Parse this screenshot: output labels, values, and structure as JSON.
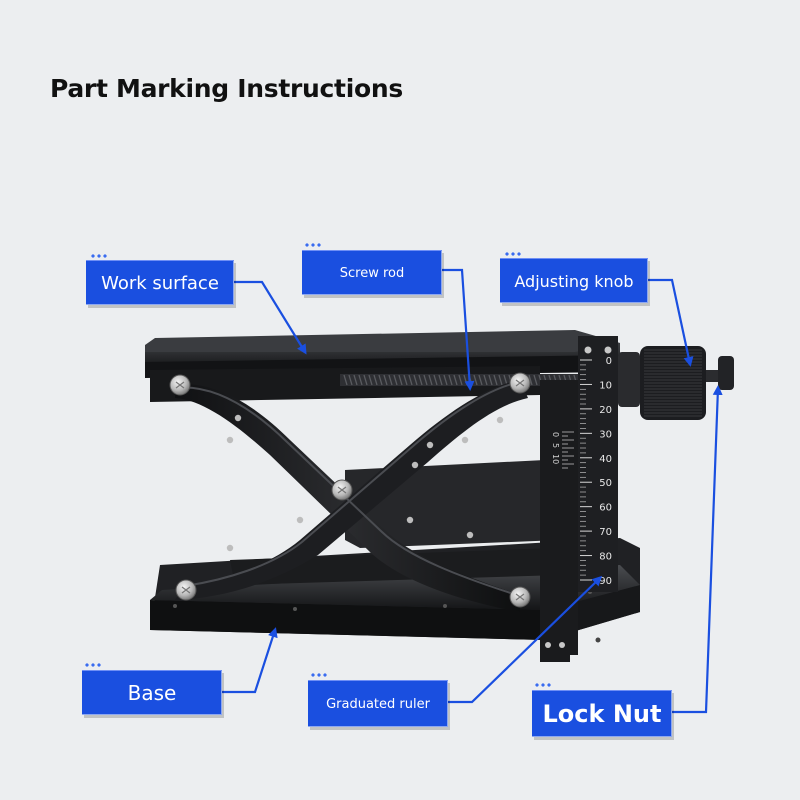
{
  "title": "Part Marking Instructions",
  "labels": {
    "work_surface": "Work surface",
    "screw_rod": "Screw rod",
    "adjusting_knob": "Adjusting knob",
    "base": "Base",
    "graduated_ruler": "Graduated ruler",
    "lock_nut": "Lock Nut"
  },
  "ruler": {
    "main_ticks": [
      "0",
      "10",
      "20",
      "30",
      "40",
      "50",
      "60",
      "70",
      "80",
      "90"
    ],
    "vernier_ticks": [
      "0",
      "5",
      "10"
    ]
  },
  "colors": {
    "label_bg": "#1a4fe0",
    "label_text": "#ffffff",
    "arrow": "#1a4fe0",
    "metal": "#1c1d1f",
    "background": "#eceef0"
  }
}
